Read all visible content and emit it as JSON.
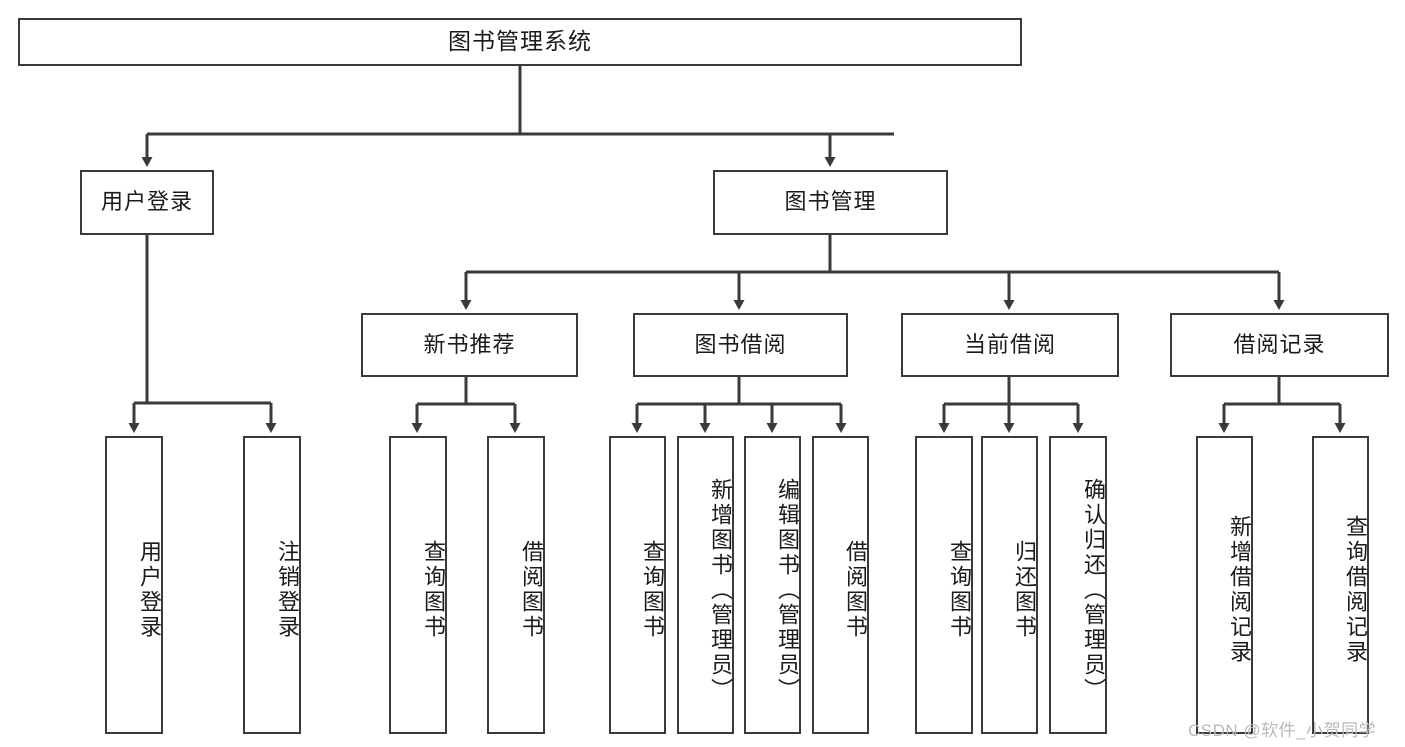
{
  "diagram": {
    "title": "图书管理系统",
    "type": "hierarchy-tree",
    "levels": 4,
    "nodes": {
      "root": {
        "label": "图书管理系统"
      },
      "level2": [
        {
          "id": "user-login",
          "label": "用户登录"
        },
        {
          "id": "book-management",
          "label": "图书管理"
        }
      ],
      "level3": [
        {
          "id": "new-book-recommend",
          "label": "新书推荐"
        },
        {
          "id": "book-borrow",
          "label": "图书借阅"
        },
        {
          "id": "current-borrow",
          "label": "当前借阅"
        },
        {
          "id": "borrow-record",
          "label": "借阅记录"
        }
      ],
      "leaves": {
        "user_login": [
          {
            "id": "leaf-user-login",
            "label": "用户登录"
          },
          {
            "id": "leaf-logout-login",
            "label": "注销登录"
          }
        ],
        "new_book_recommend": [
          {
            "id": "leaf-query-book-1",
            "label": "查询图书"
          },
          {
            "id": "leaf-borrow-book-1",
            "label": "借阅图书"
          }
        ],
        "book_borrow": [
          {
            "id": "leaf-query-book-2",
            "label": "查询图书"
          },
          {
            "id": "leaf-add-book",
            "label": "新增图书（管理员）"
          },
          {
            "id": "leaf-edit-book",
            "label": "编辑图书（管理员）"
          },
          {
            "id": "leaf-borrow-book-2",
            "label": "借阅图书"
          }
        ],
        "current_borrow": [
          {
            "id": "leaf-query-book-3",
            "label": "查询图书"
          },
          {
            "id": "leaf-return-book",
            "label": "归还图书"
          },
          {
            "id": "leaf-confirm-return",
            "label": "确认归还（管理员）"
          }
        ],
        "borrow_record": [
          {
            "id": "leaf-add-record",
            "label": "新增借阅记录"
          },
          {
            "id": "leaf-query-record",
            "label": "查询借阅记录"
          }
        ]
      }
    },
    "colors": {
      "border": "#3a3a3a",
      "background": "#ffffff",
      "text": "#1b1b1b",
      "connector": "#3a3a3a",
      "watermark": "#b9b9b9"
    }
  },
  "watermark": {
    "text": "CSDN @软件_小贺同学"
  }
}
